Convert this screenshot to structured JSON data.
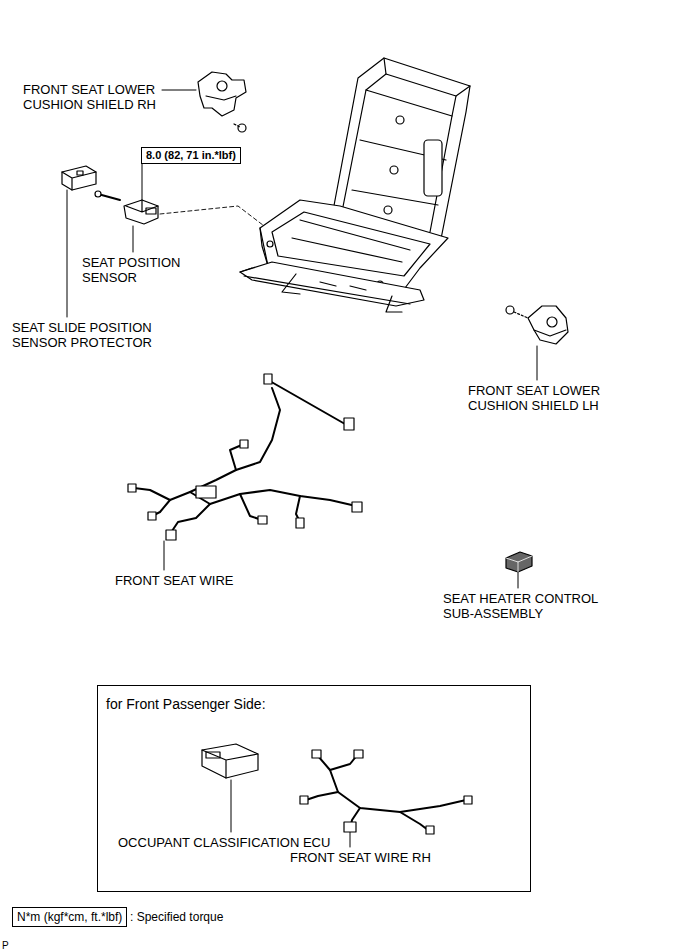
{
  "diagram": {
    "nodes": [
      {
        "text": [
          "for Front Passenger Side:"
        ]
      },
      {
        "text": [
          "8.0 (82, 71 in.*lbf)"
        ]
      },
      {
        "text": [
          "N*m (kgf*cm, ft.*lbf)"
        ]
      }
    ],
    "labels": [
      "FRONT SEAT LOWER CUSHION SHIELD RH",
      "SEAT POSITION SENSOR",
      "SEAT SLIDE POSITION SENSOR PROTECTOR",
      "FRONT SEAT LOWER CUSHION SHIELD LH",
      "FRONT SEAT WIRE",
      "SEAT HEATER CONTROL SUB-ASSEMBLY",
      "OCCUPANT CLASSIFICATION ECU",
      "FRONT SEAT WIRE RH",
      ": Specified torque",
      "P"
    ]
  }
}
